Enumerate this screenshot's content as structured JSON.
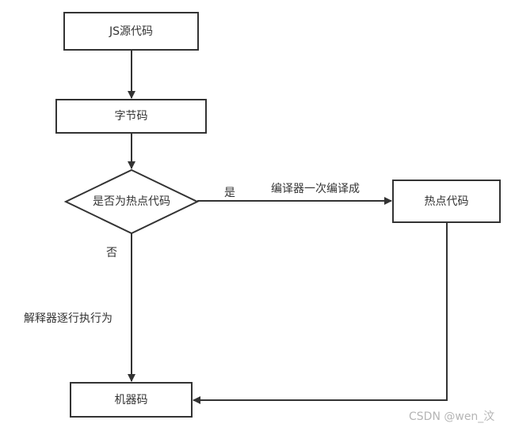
{
  "nodes": {
    "js_source": "JS源代码",
    "bytecode": "字节码",
    "is_hot_code": "是否为热点代码",
    "hot_code": "热点代码",
    "machine_code": "机器码"
  },
  "edges": {
    "yes": "是",
    "compile_once": "编译器一次编译成",
    "no": "否",
    "interpreter": "解释器逐行执行为"
  },
  "watermark": "CSDN @wen_汶",
  "colors": {
    "stroke": "#333333",
    "text": "#333333",
    "watermark": "#b5b5b5",
    "background": "#ffffff"
  }
}
